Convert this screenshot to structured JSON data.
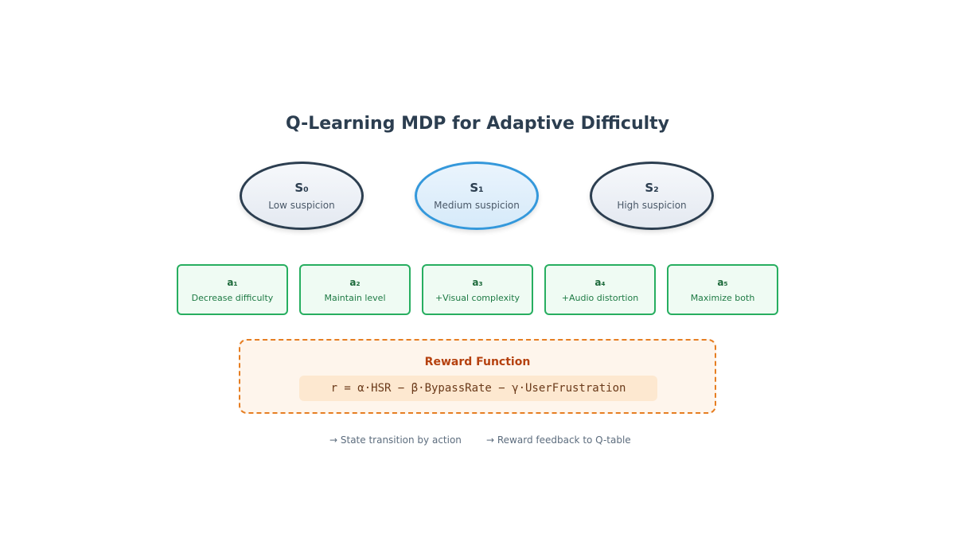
{
  "title": "Q-Learning MDP for Adaptive Difficulty",
  "states": [
    {
      "name": "S₀",
      "desc": "Low suspicion"
    },
    {
      "name": "S₁",
      "desc": "Medium suspicion"
    },
    {
      "name": "S₂",
      "desc": "High suspicion"
    }
  ],
  "actions": [
    {
      "name": "a₁",
      "desc": "Decrease difficulty"
    },
    {
      "name": "a₂",
      "desc": "Maintain level"
    },
    {
      "name": "a₃",
      "desc": "+Visual complexity"
    },
    {
      "name": "a₄",
      "desc": "+Audio distortion"
    },
    {
      "name": "a₅",
      "desc": "Maximize both"
    }
  ],
  "reward": {
    "title": "Reward Function",
    "formula": "r = α·HSR − β·BypassRate − γ·UserFrustration"
  },
  "legend": [
    "→ State transition by action",
    "→ Reward feedback to Q-table"
  ],
  "colors": {
    "state_border": "#2c3e50",
    "state_active_border": "#3498db",
    "action_border": "#27ae60",
    "reward_border": "#e67e22"
  }
}
